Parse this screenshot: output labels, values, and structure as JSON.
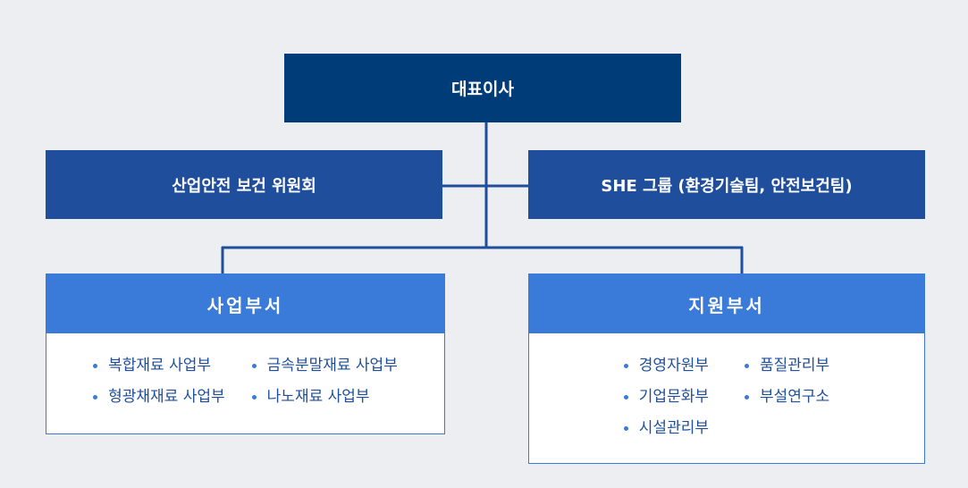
{
  "ceo": {
    "label": "대표이사"
  },
  "committee": {
    "label": "산업안전 보건 위원회"
  },
  "she_group": {
    "label": "SHE 그룹 (환경기술팀, 안전보건팀)"
  },
  "business_division": {
    "title": "사업부서",
    "columns": [
      [
        "복합재료 사업부",
        "형광채재료 사업부"
      ],
      [
        "금속분말재료 사업부",
        "나노재료 사업부"
      ]
    ]
  },
  "support_division": {
    "title": "지원부서",
    "columns": [
      [
        "경영자원부",
        "기업문화부",
        "시설관리부"
      ],
      [
        "품질관리부",
        "부설연구소"
      ]
    ]
  },
  "colors": {
    "ceo": "#003c78",
    "side_boxes": "#1f4f9c",
    "division_header": "#3a7ad8",
    "connector": "#1f4f9c",
    "background": "#edeef2"
  }
}
